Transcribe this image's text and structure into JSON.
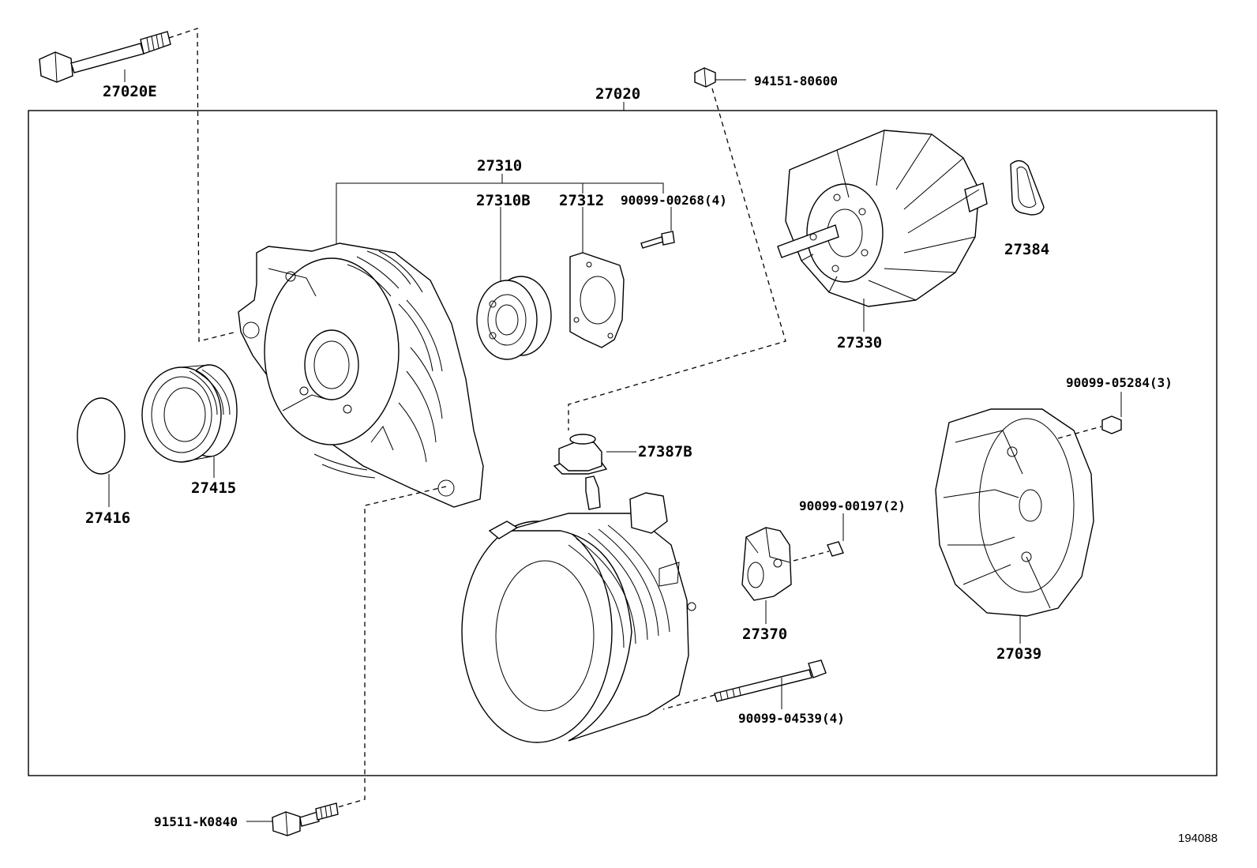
{
  "figure_id": "194088",
  "assembly": {
    "part_no": "27020"
  },
  "labels": {
    "bolt_top": "27020E",
    "assembly": "27020",
    "nut_top": "94151-80600",
    "frame_set": "27310",
    "bearing": "27310B",
    "retainer": "27312",
    "screw_retainer": "90099-00268(4)",
    "insulator": "27384",
    "rotor": "27330",
    "nut_cover": "90099-05284(3)",
    "terminal_insulator": "27387B",
    "pulley": "27415",
    "cap": "27416",
    "screw_holder": "90099-00197(2)",
    "brush_holder": "27370",
    "rear_cover": "27039",
    "through_bolt": "90099-04539(4)",
    "bolt_bottom": "91511-K0840"
  }
}
